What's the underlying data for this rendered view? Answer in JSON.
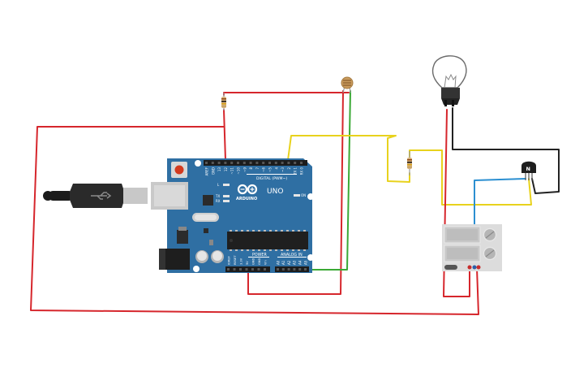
{
  "arduino": {
    "brand": "ARDUINO",
    "model": "UNO",
    "digital_label": "DIGITAL (PWM~)",
    "power_label": "POWER",
    "analog_label": "ANALOG IN",
    "on_label": "ON",
    "l_label": "L",
    "tx_label": "TX",
    "rx_label": "RX",
    "digital_pins": [
      "AREF",
      "GND",
      "13",
      "12",
      "~11",
      "~10",
      "~9",
      "8",
      "7",
      "~6",
      "~5",
      "4",
      "~3",
      "2",
      "TX 1",
      "RX 0"
    ],
    "power_pins": [
      "IOREF",
      "RESET",
      "3.3V",
      "5V",
      "GND",
      "GND",
      "Vin"
    ],
    "analog_pins": [
      "A0",
      "A1",
      "A2",
      "A3",
      "A4",
      "A5"
    ],
    "board_color": "#2f6fa3"
  },
  "transistor": {
    "label": "N"
  },
  "wire_colors": {
    "red": "#d6262c",
    "green": "#3aa935",
    "yellow": "#e8d21d",
    "blue": "#2b8fd1",
    "black": "#222222"
  }
}
